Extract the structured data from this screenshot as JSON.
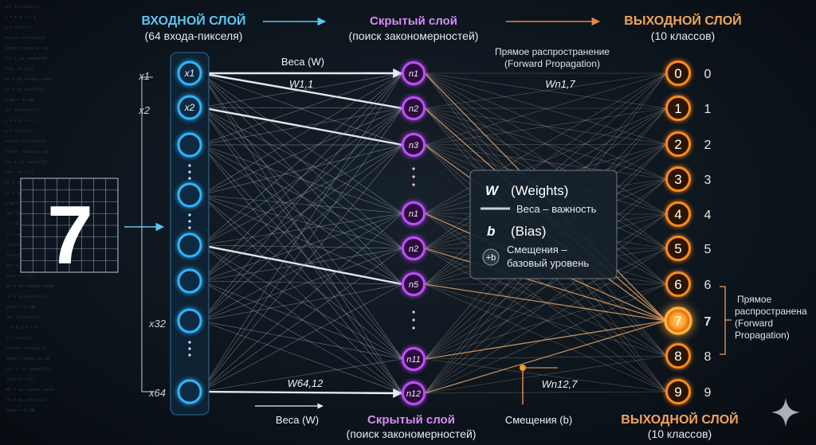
{
  "input_layer": {
    "title": "ВХОДНОЙ СЛОЙ",
    "subtitle": "(64 входа-пикселя)",
    "x_labels": [
      "x1",
      "x2",
      "x32",
      "x64"
    ],
    "node_labels": [
      "x1",
      "x2"
    ],
    "digit": "7"
  },
  "hidden_layer": {
    "title": "Скрытый слой",
    "subtitle": "(поиск закономерностей)",
    "node_labels": [
      "n1",
      "n2",
      "n3",
      "n1",
      "n2",
      "n5",
      "n11",
      "n12"
    ]
  },
  "output_layer": {
    "title": "ВЫХОДНОЙ СЛОЙ",
    "subtitle": "(10 классов)",
    "classes": [
      "0",
      "1",
      "2",
      "3",
      "4",
      "5",
      "6",
      "7",
      "8",
      "9"
    ],
    "highlighted": "7"
  },
  "annotations": {
    "weights_top": "Веса (W)",
    "w11": "W1,1",
    "forward_top": "Прямое распространение",
    "forward_top_en": "(Forward Propagation)",
    "wn17": "Wn1,7",
    "w6412": "W64,12",
    "wn127": "Wn12,7",
    "weights_bottom": "Веса (W)",
    "bias_bottom": "Смещения (b)",
    "forward_right_1": "Прямое",
    "forward_right_2": "распространена",
    "forward_right_3": "(Forward",
    "forward_right_4": "Propagation)",
    "bottom_hidden_title": "Скрытый слой",
    "bottom_hidden_sub": "(поиск закономерностей)",
    "bottom_output_title": "ВЫХОДНОЙ СЛОЙ",
    "bottom_output_sub": "(10 классов)"
  },
  "legend": {
    "w_symbol": "W",
    "w_title": "(Weights)",
    "w_desc": "Веса – важность",
    "b_symbol": "b",
    "b_title": "(Bias)",
    "b_badge": "+b",
    "b_desc_1": "Смещения –",
    "b_desc_2": "базовый уровень"
  },
  "colors": {
    "input": "#2fb4ff",
    "hidden": "#c04dff",
    "output": "#ff8a1f",
    "highlight": "#ffb13a"
  }
}
